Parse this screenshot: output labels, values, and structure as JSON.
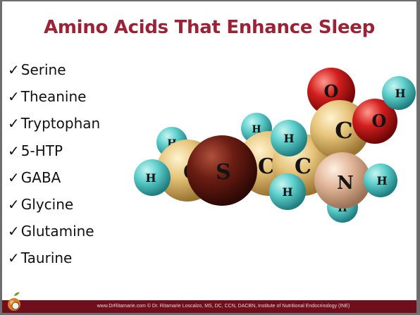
{
  "slide": {
    "title": "Amino Acids That Enhance Sleep",
    "items": [
      {
        "check": "✓",
        "label": "Serine"
      },
      {
        "check": "✓",
        "label": "Theanine"
      },
      {
        "check": "✓",
        "label": "Tryptophan"
      },
      {
        "check": "✓",
        "label": "5-HTP"
      },
      {
        "check": "✓",
        "label": "GABA"
      },
      {
        "check": "✓",
        "label": "Glycine"
      },
      {
        "check": "✓",
        "label": "Glutamine"
      },
      {
        "check": "✓",
        "label": "Taurine"
      }
    ],
    "footer_text": "www.DrRitamarie.com    © Dr. Ritamarie Loscalzo, MS, DC, CCN, DACBN, Institute of Nutritional Endocrinology (INE)"
  },
  "molecule": {
    "atoms": {
      "hydrogen": "H",
      "carbon": "C",
      "sulfur": "S",
      "nitrogen": "N",
      "oxygen": "O"
    }
  },
  "colors": {
    "title": "#9b2335",
    "footer_bar": "#6f0f1c",
    "hydrogen": "#5fd0cc",
    "carbon": "#e6c47a",
    "sulfur": "#6b1d12",
    "oxygen": "#d21e1e",
    "nitrogen": "#e3b89a"
  },
  "icons": {
    "logo": "apple-leaf-logo-icon"
  }
}
